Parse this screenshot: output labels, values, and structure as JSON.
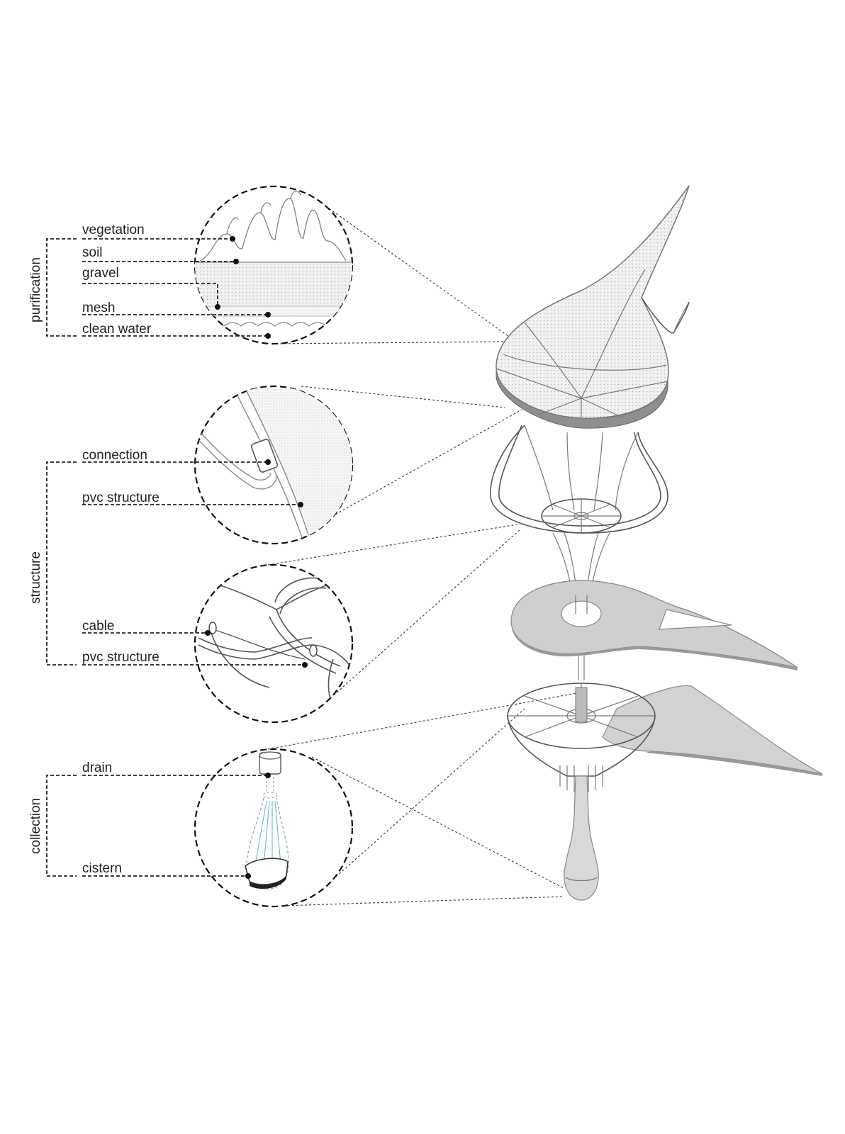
{
  "groups": {
    "purification": {
      "title": "purification",
      "labels": {
        "vegetation": "vegetation",
        "soil": "soil",
        "gravel": "gravel",
        "mesh": "mesh",
        "clean_water": "clean water"
      }
    },
    "structure": {
      "title": "structure",
      "labels": {
        "connection": "connection",
        "pvc_structure_top": "pvc structure",
        "cable": "cable",
        "pvc_structure_bottom": "pvc structure"
      }
    },
    "collection": {
      "title": "collection",
      "labels": {
        "drain": "drain",
        "cistern": "cistern"
      }
    }
  }
}
